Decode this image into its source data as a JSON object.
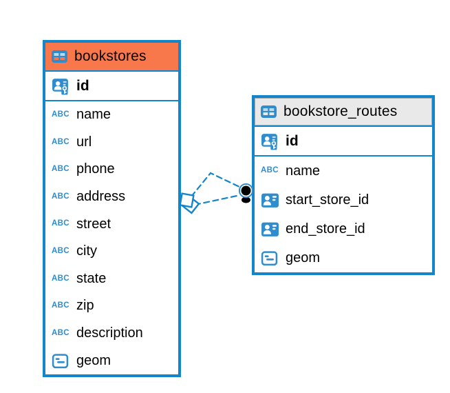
{
  "colors": {
    "table_border_blue": "#1285cb",
    "icon_blue": "#2f8ccd",
    "bookstores_header_orange": "#f8774b",
    "routes_header_gray": "#e9e9e9",
    "icon_cell_lightblue": "#bcd9ee",
    "relation_line_blue": "#1285cb",
    "relation_dot_black": "#000000"
  },
  "icons": {
    "text_glyph": "ABC"
  },
  "tables": [
    {
      "name": "bookstores",
      "header_color": "#f8774b",
      "columns": [
        {
          "name": "id",
          "type": "primary-key"
        },
        {
          "name": "name",
          "type": "text"
        },
        {
          "name": "url",
          "type": "text"
        },
        {
          "name": "phone",
          "type": "text"
        },
        {
          "name": "address",
          "type": "text"
        },
        {
          "name": "street",
          "type": "text"
        },
        {
          "name": "city",
          "type": "text"
        },
        {
          "name": "state",
          "type": "text"
        },
        {
          "name": "zip",
          "type": "text"
        },
        {
          "name": "description",
          "type": "text"
        },
        {
          "name": "geom",
          "type": "geometry"
        }
      ]
    },
    {
      "name": "bookstore_routes",
      "header_color": "#e9e9e9",
      "columns": [
        {
          "name": "id",
          "type": "primary-key"
        },
        {
          "name": "name",
          "type": "text"
        },
        {
          "name": "start_store_id",
          "type": "reference"
        },
        {
          "name": "end_store_id",
          "type": "reference"
        },
        {
          "name": "geom",
          "type": "geometry"
        }
      ]
    }
  ],
  "relations": [
    {
      "from_table": "bookstores",
      "to_table": "bookstore_routes",
      "line_style": "dashed"
    },
    {
      "from_table": "bookstores",
      "to_table": "bookstore_routes",
      "line_style": "dashed"
    }
  ]
}
